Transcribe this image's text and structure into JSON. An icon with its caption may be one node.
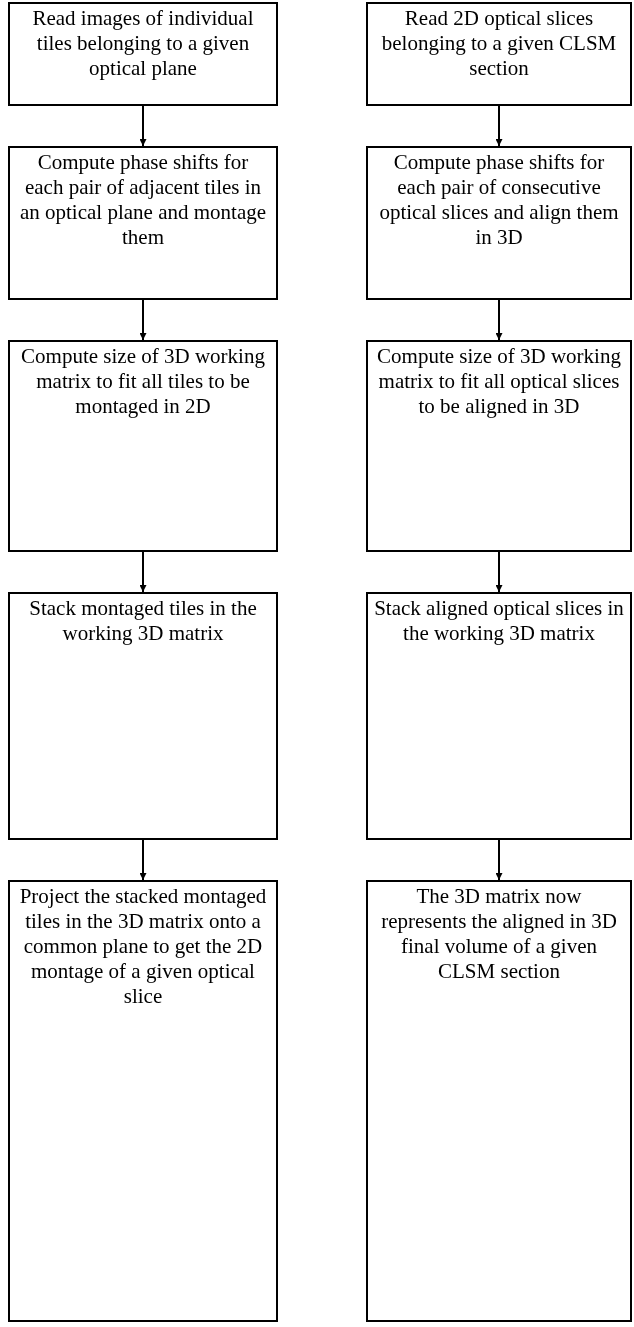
{
  "diagram": {
    "nodes": [
      {
        "text": [
          "Read images of individual tiles belonging to a given optical plane"
        ]
      },
      {
        "text": [
          "Compute phase shifts for each pair of adjacent tiles in an optical plane and montage them"
        ]
      },
      {
        "text": [
          "Compute size of 3D working matrix to fit all tiles to be montaged in 2D"
        ]
      },
      {
        "text": [
          "Stack montaged tiles in the working 3D matrix"
        ]
      },
      {
        "text": [
          "Project the stacked montaged tiles in the 3D matrix onto a common plane to get the 2D montage of a given optical slice"
        ]
      },
      {
        "text": [
          "Read 2D optical slices belonging to a given CLSM section"
        ]
      },
      {
        "text": [
          "Compute phase shifts for each pair of consecutive optical slices and align them in 3D"
        ]
      },
      {
        "text": [
          "Compute size of 3D working matrix to fit all optical slices to be aligned in 3D"
        ]
      },
      {
        "text": [
          "Stack aligned optical slices in the working 3D matrix"
        ]
      },
      {
        "text": [
          "The 3D matrix now represents the aligned in 3D final volume of a given CLSM section"
        ]
      }
    ],
    "edges": [
      {
        "from": 0,
        "to": 1,
        "arrow": "to"
      },
      {
        "from": 1,
        "to": 2,
        "arrow": "to"
      },
      {
        "from": 2,
        "to": 3,
        "arrow": "to"
      },
      {
        "from": 3,
        "to": 4,
        "arrow": "to"
      },
      {
        "from": 5,
        "to": 6,
        "arrow": "to"
      },
      {
        "from": 6,
        "to": 7,
        "arrow": "to"
      },
      {
        "from": 7,
        "to": 8,
        "arrow": "to"
      },
      {
        "from": 8,
        "to": 9,
        "arrow": "to"
      }
    ]
  }
}
